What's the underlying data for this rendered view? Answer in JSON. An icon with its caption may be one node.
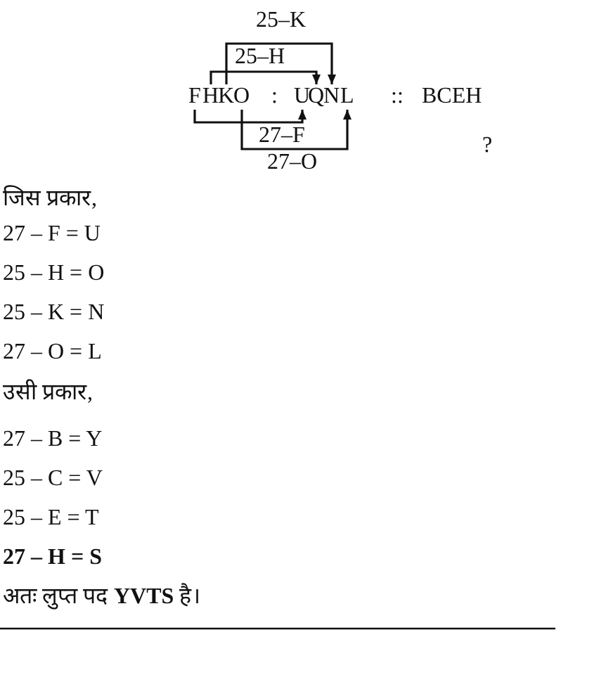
{
  "diagram": {
    "nodes": [
      {
        "text": [
          "F"
        ]
      },
      {
        "text": [
          "H"
        ]
      },
      {
        "text": [
          "K"
        ]
      },
      {
        "text": [
          "O"
        ]
      },
      {
        "text": [
          "U"
        ]
      },
      {
        "text": [
          "Q"
        ]
      },
      {
        "text": [
          "N"
        ]
      },
      {
        "text": [
          "L"
        ]
      }
    ],
    "edges": [
      {
        "from": 2,
        "to": 6,
        "arrow": "to",
        "label": "25–K"
      },
      {
        "from": 1,
        "to": 5,
        "arrow": "to",
        "label": "25–H"
      },
      {
        "from": 0,
        "to": 4,
        "arrow": "to",
        "label": "27–F"
      },
      {
        "from": 3,
        "to": 7,
        "arrow": "to",
        "label": "27–O"
      }
    ],
    "labels": [
      ":",
      "::",
      "BCEH",
      "?",
      "जिस प्रकार,",
      "27 – F = U",
      "25 – H = O",
      "25 – K = N",
      "27 – O = L",
      "उसी प्रकार,",
      "27 – B = Y",
      "25 – C = V",
      "25 – E = T",
      "27 – H = S",
      "अतः लुप्त पद **YVTS** है।"
    ]
  }
}
